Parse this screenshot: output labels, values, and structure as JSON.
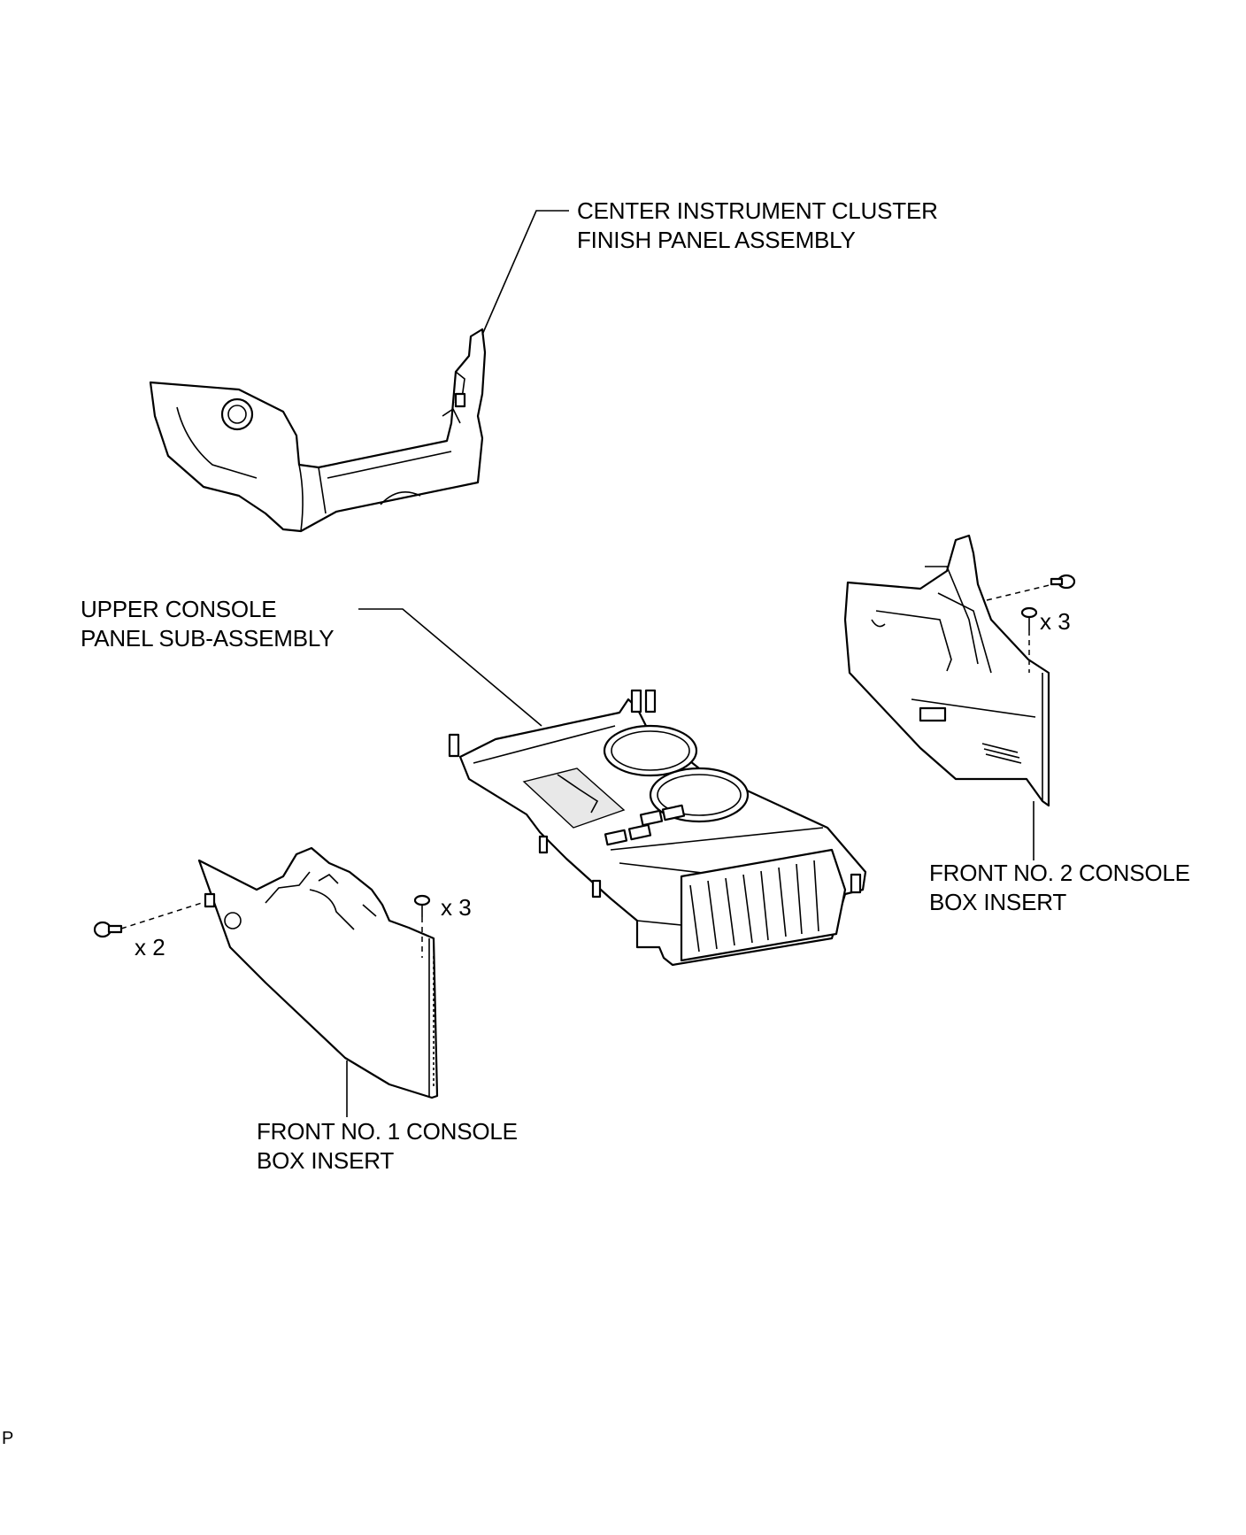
{
  "parts": [
    {
      "id": "center-cluster",
      "lines": [
        "CENTER INSTRUMENT CLUSTER",
        "FINISH PANEL ASSEMBLY"
      ]
    },
    {
      "id": "upper-console",
      "lines": [
        "UPPER CONSOLE",
        "PANEL SUB-ASSEMBLY"
      ]
    },
    {
      "id": "front-no2",
      "lines": [
        "FRONT NO. 2 CONSOLE",
        "BOX INSERT"
      ]
    },
    {
      "id": "front-no1",
      "lines": [
        "FRONT NO. 1 CONSOLE",
        "BOX INSERT"
      ]
    }
  ],
  "quantities": {
    "no2_screws": "x 3",
    "no1_screws": "x 3",
    "no1_clips": "x 2"
  },
  "footer_code": "P"
}
